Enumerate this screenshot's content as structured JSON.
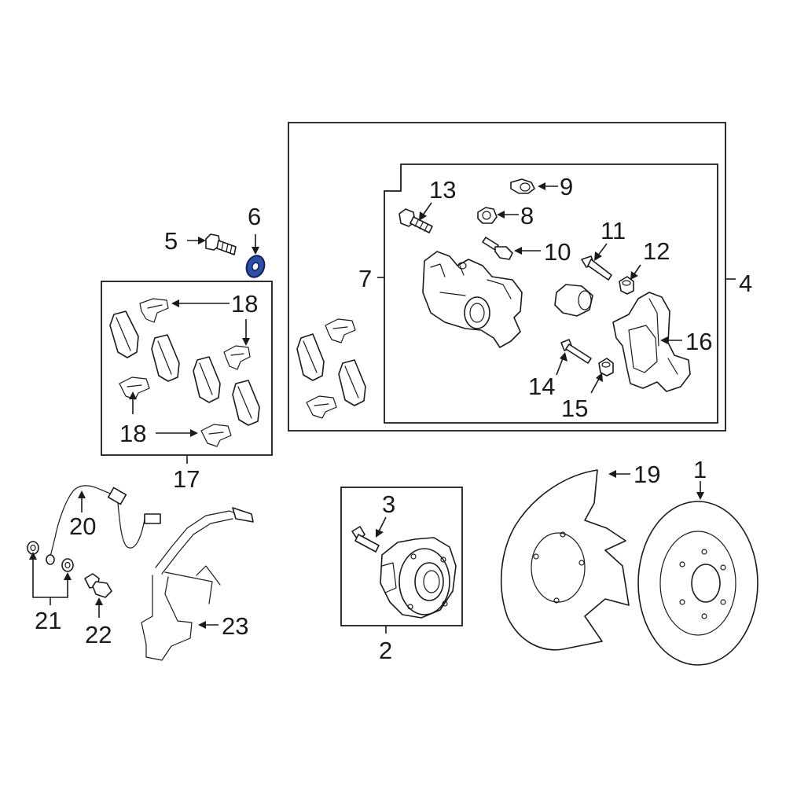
{
  "callouts": {
    "c1": "1",
    "c2": "2",
    "c3": "3",
    "c4": "4",
    "c5": "5",
    "c6": "6",
    "c7": "7",
    "c8": "8",
    "c9": "9",
    "c10": "10",
    "c11": "11",
    "c12": "12",
    "c13": "13",
    "c14": "14",
    "c15": "15",
    "c16": "16",
    "c17": "17",
    "c18a": "18",
    "c18b": "18",
    "c19": "19",
    "c20": "20",
    "c21": "21",
    "c22": "22",
    "c23": "23"
  },
  "colors": {
    "line": "#1a1a1a",
    "background": "#ffffff",
    "highlight_fill": "#2c4fa3",
    "highlight_stroke": "#0d1f5c"
  },
  "highlighted_part": "6"
}
